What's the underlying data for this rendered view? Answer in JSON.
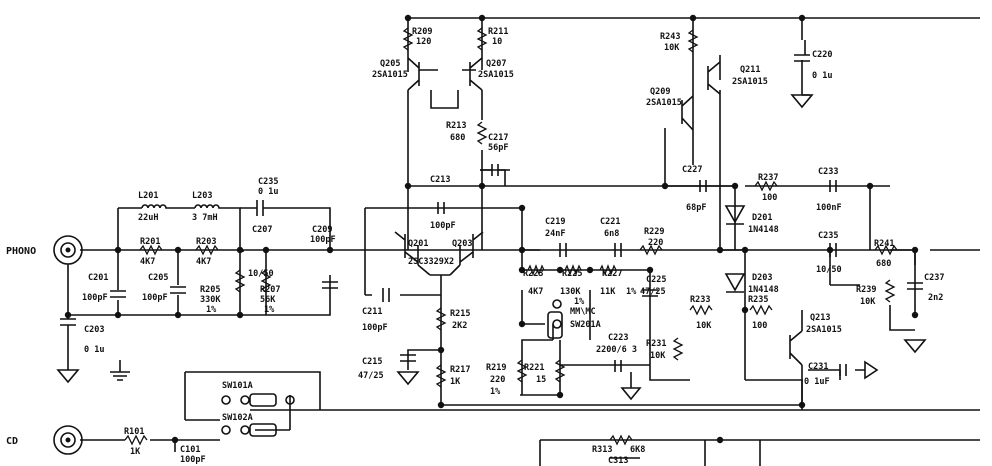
{
  "ports": {
    "phono": "PHONO",
    "cd": "CD"
  },
  "switches": {
    "sw101a": "SW101A",
    "sw102a": "SW102A",
    "sw201a": "SW201A",
    "mm_mc": "MM\\MC"
  },
  "inductors": {
    "l201": {
      "ref": "L201",
      "value": "22uH"
    },
    "l203": {
      "ref": "L203",
      "value": "3 7mH"
    }
  },
  "resistors": {
    "r201": {
      "ref": "R201",
      "value": "4K7"
    },
    "r203": {
      "ref": "R203",
      "value": "4K7"
    },
    "r205": {
      "ref": "R205",
      "value": "330K",
      "tol": "1%"
    },
    "r207": {
      "ref": "R207",
      "value": "56K",
      "tol": "1%"
    },
    "r209": {
      "ref": "R209",
      "value": "120"
    },
    "r211": {
      "ref": "R211",
      "value": "10"
    },
    "r213": {
      "ref": "R213",
      "value": "680"
    },
    "r215": {
      "ref": "R215",
      "value": "2K2"
    },
    "r217": {
      "ref": "R217",
      "value": "1K"
    },
    "r219": {
      "ref": "R219",
      "value": "220",
      "tol": "1%"
    },
    "r221": {
      "ref": "R221",
      "value": "15"
    },
    "r223": {
      "ref": "R223",
      "value": "4K7"
    },
    "r225": {
      "ref": "R225",
      "value": "130K",
      "tol": "1%"
    },
    "r227": {
      "ref": "R227",
      "value": "11K",
      "tol": "1%"
    },
    "r229": {
      "ref": "R229",
      "value": "220"
    },
    "r231": {
      "ref": "R231",
      "value": "10K"
    },
    "r233": {
      "ref": "R233",
      "value": "10K"
    },
    "r235": {
      "ref": "R235",
      "value": "100"
    },
    "r237": {
      "ref": "R237",
      "value": "100"
    },
    "r239": {
      "ref": "R239",
      "value": "10K"
    },
    "r241": {
      "ref": "R241",
      "value": "680"
    },
    "r243": {
      "ref": "R243",
      "value": "10K"
    },
    "r101": {
      "ref": "R101",
      "value": "1K"
    },
    "r313": {
      "ref": "R313",
      "value": "6K8"
    }
  },
  "capacitors": {
    "c201": {
      "ref": "C201",
      "value": "100pF"
    },
    "c203": {
      "ref": "C203",
      "value": "0 1u"
    },
    "c205": {
      "ref": "C205",
      "value": "100pF"
    },
    "c207": {
      "ref": "C207",
      "value": "10/50"
    },
    "c209": {
      "ref": "C209",
      "value": "100pF"
    },
    "c211": {
      "ref": "C211",
      "value": "100pF"
    },
    "c213": {
      "ref": "C213",
      "value": "100pF"
    },
    "c215": {
      "ref": "C215",
      "value": "47/25"
    },
    "c217": {
      "ref": "C217",
      "value": "56pF"
    },
    "c219": {
      "ref": "C219",
      "value": "24nF"
    },
    "c220": {
      "ref": "C220",
      "value": "0 1u"
    },
    "c221": {
      "ref": "C221",
      "value": "6n8"
    },
    "c223": {
      "ref": "C223",
      "value": "2200/6 3"
    },
    "c225": {
      "ref": "C225",
      "value": "47/25"
    },
    "c227": {
      "ref": "C227",
      "value": "68pF"
    },
    "c231": {
      "ref": "C231",
      "value": "0 1uF"
    },
    "c233": {
      "ref": "C233",
      "value": "100nF"
    },
    "c235a": {
      "ref": "C235",
      "value": "0 1u"
    },
    "c235b": {
      "ref": "C235",
      "value": "10/50"
    },
    "c237": {
      "ref": "C237",
      "value": "2n2"
    },
    "c101": {
      "ref": "C101",
      "value": "100pF"
    },
    "c313": {
      "ref": "C313"
    }
  },
  "transistors": {
    "q201": {
      "ref": "Q201"
    },
    "q203": {
      "ref": "Q203"
    },
    "q201_203_part": "2SC3329X2",
    "q205": {
      "ref": "Q205",
      "part": "2SA1015"
    },
    "q207": {
      "ref": "Q207",
      "part": "2SA1015"
    },
    "q209": {
      "ref": "Q209",
      "part": "2SA1015"
    },
    "q211": {
      "ref": "Q211",
      "part": "2SA1015"
    },
    "q213": {
      "ref": "Q213",
      "part": "2SA1015"
    }
  },
  "diodes": {
    "d201": {
      "ref": "D201",
      "part": "1N4148"
    },
    "d203": {
      "ref": "D203",
      "part": "1N4148"
    }
  }
}
